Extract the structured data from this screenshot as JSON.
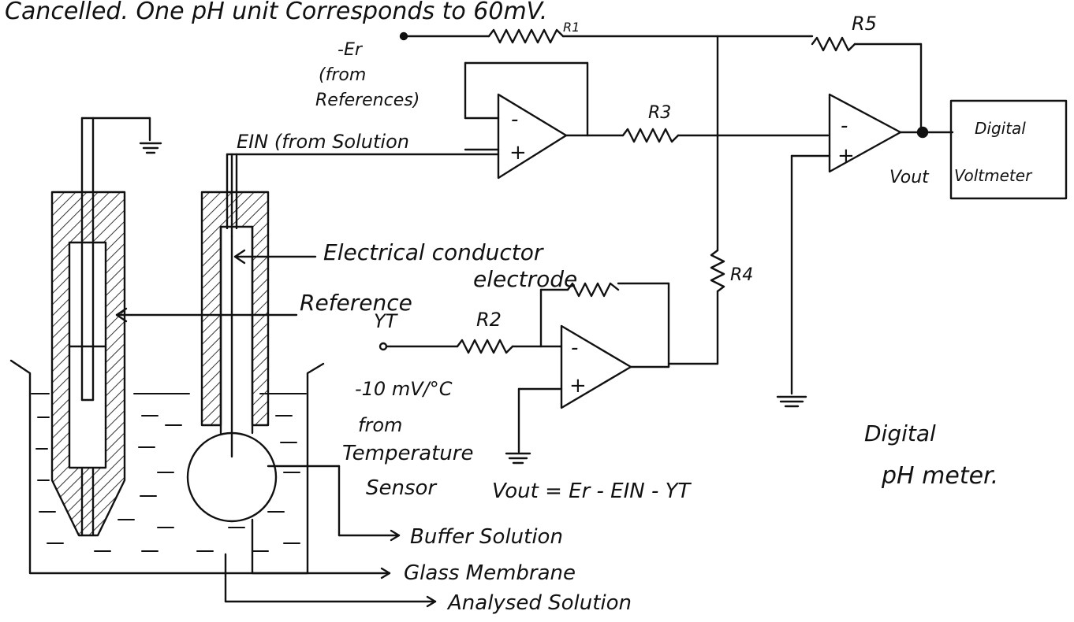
{
  "header_text": "Cancelled. One pH unit Corresponds to 60mV.",
  "labels": {
    "er": "-Er",
    "from_references_1": "(from",
    "from_references_2": "References)",
    "ein": "EIN (from Solution",
    "r1": "R1",
    "r2": "R2",
    "r3": "R3",
    "r4": "R4",
    "r5": "R5",
    "vout": "Vout",
    "dvm_1": "Digital",
    "dvm_2": "Voltmeter",
    "electrical_conductor_1": "Electrical conductor",
    "electrical_conductor_2": "electrode",
    "reference": "Reference",
    "yt": "YT",
    "temp_1": "-10 mV/°C",
    "temp_2": "from",
    "temp_3": "Temperature",
    "temp_4": "Sensor",
    "equation": "Vout = Er - EIN - YT",
    "buffer": "Buffer Solution",
    "glass": "Glass Membrane",
    "analysed": "Analysed Solution",
    "title_1": "Digital",
    "title_2": "pH meter."
  },
  "opamp_signs": {
    "minus": "-",
    "plus": "+"
  },
  "colors": {
    "ink": "#111111",
    "background": "#ffffff"
  }
}
